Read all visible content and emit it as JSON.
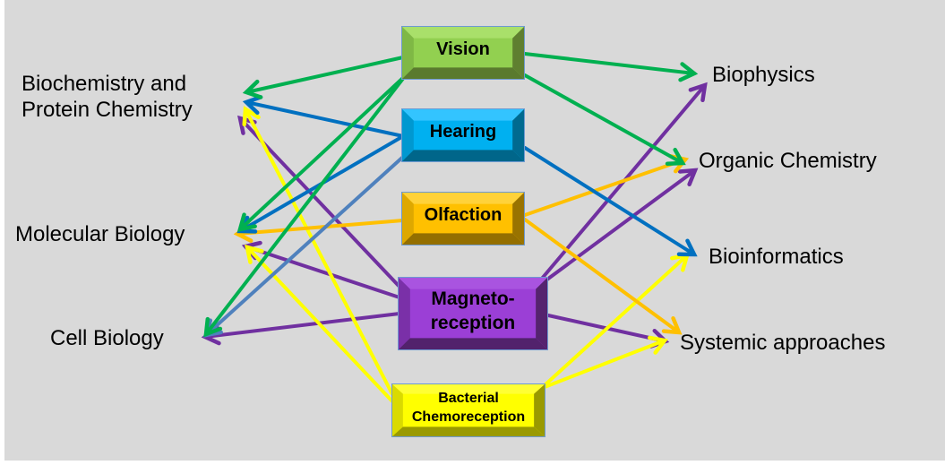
{
  "diagram": {
    "senses": [
      {
        "id": "vision",
        "label": "Vision",
        "color": "#92D050",
        "arrow_color": "#00B050"
      },
      {
        "id": "hearing",
        "label": "Hearing",
        "color": "#00B0F0",
        "arrow_color": "#0070C0"
      },
      {
        "id": "olfaction",
        "label": "Olfaction",
        "color": "#FFC000",
        "arrow_color": "#FFC000"
      },
      {
        "id": "magneto",
        "label": "Magneto-\nreception",
        "color": "#9B3FD6",
        "arrow_color": "#7030A0"
      },
      {
        "id": "bacterial",
        "label": "Bacterial\nChemoreception",
        "color": "#FFFF00",
        "arrow_color": "#FFFF00"
      }
    ],
    "left_topics": [
      {
        "id": "biochem",
        "label": "Biochemistry and\nProtein Chemistry"
      },
      {
        "id": "molbio",
        "label": "Molecular Biology"
      },
      {
        "id": "cellbio",
        "label": "Cell Biology"
      }
    ],
    "right_topics": [
      {
        "id": "biophys",
        "label": "Biophysics"
      },
      {
        "id": "orgchem",
        "label": "Organic Chemistry"
      },
      {
        "id": "bioinf",
        "label": "Bioinformatics"
      },
      {
        "id": "systemic",
        "label": "Systemic approaches"
      }
    ],
    "edges": [
      {
        "from": "vision",
        "to": "biochem"
      },
      {
        "from": "vision",
        "to": "molbio"
      },
      {
        "from": "vision",
        "to": "cellbio"
      },
      {
        "from": "vision",
        "to": "biophys"
      },
      {
        "from": "vision",
        "to": "orgchem"
      },
      {
        "from": "hearing",
        "to": "biochem"
      },
      {
        "from": "hearing",
        "to": "molbio"
      },
      {
        "from": "hearing",
        "to": "cellbio",
        "color": "#4F81BD"
      },
      {
        "from": "hearing",
        "to": "bioinf"
      },
      {
        "from": "olfaction",
        "to": "molbio"
      },
      {
        "from": "olfaction",
        "to": "orgchem"
      },
      {
        "from": "olfaction",
        "to": "systemic"
      },
      {
        "from": "magneto",
        "to": "biochem"
      },
      {
        "from": "magneto",
        "to": "molbio"
      },
      {
        "from": "magneto",
        "to": "cellbio"
      },
      {
        "from": "magneto",
        "to": "biophys"
      },
      {
        "from": "magneto",
        "to": "orgchem"
      },
      {
        "from": "magneto",
        "to": "systemic"
      },
      {
        "from": "bacterial",
        "to": "biochem"
      },
      {
        "from": "bacterial",
        "to": "molbio"
      },
      {
        "from": "bacterial",
        "to": "bioinf"
      },
      {
        "from": "bacterial",
        "to": "systemic"
      }
    ]
  }
}
